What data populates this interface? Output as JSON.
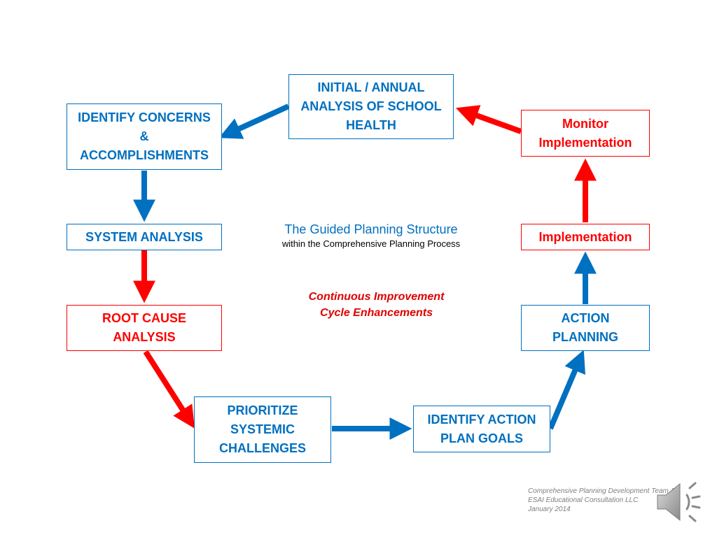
{
  "colors": {
    "blue": "#0070c0",
    "red": "#ff0000",
    "footer": "#808080"
  },
  "boxes": {
    "initial_analysis": "INITIAL / ANNUAL ANALYSIS OF SCHOOL HEALTH",
    "identify_concerns": "IDENTIFY CONCERNS & ACCOMPLISHMENTS",
    "system_analysis": "SYSTEM ANALYSIS",
    "root_cause": "ROOT CAUSE ANALYSIS",
    "prioritize": "PRIORITIZE SYSTEMIC CHALLENGES",
    "identify_goals": "IDENTIFY ACTION PLAN GOALS",
    "action_planning": "ACTION PLANNING",
    "implementation": "Implementation",
    "monitor": "Monitor Implementation"
  },
  "center": {
    "title": "The Guided Planning Structure",
    "subtitle": "within the Comprehensive Planning Process",
    "cycle_note": "Continuous Improvement Cycle Enhancements"
  },
  "footer": {
    "line1": "Comprehensive Planning Development Team &",
    "line2": "ESAI Educational Consultation LLC",
    "line3": "January 2014"
  },
  "icons": {
    "audio": "speaker-icon"
  }
}
